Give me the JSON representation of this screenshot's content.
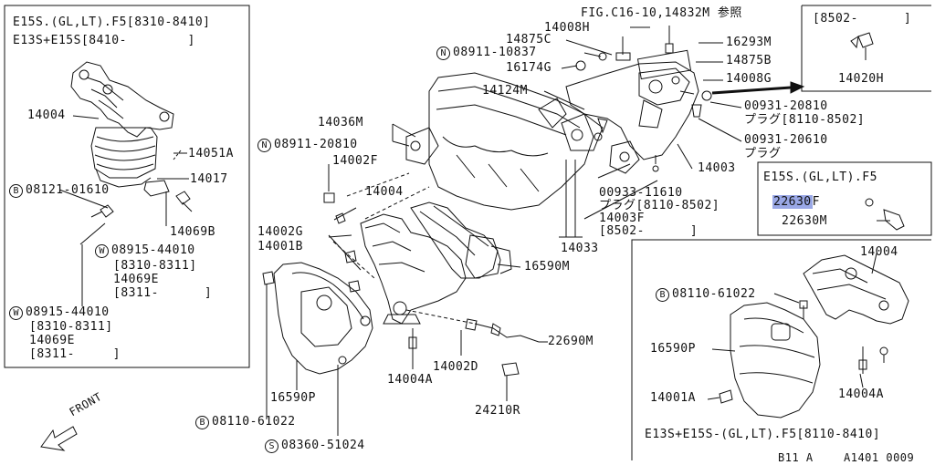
{
  "left_panel": {
    "header_line1": "E15S.(GL,LT).F5[8310-8410]",
    "header_line2": "E13S+E15S[8410-        ]",
    "p14004": "14004",
    "p14051A": "14051A",
    "p14017": "14017",
    "bolt_prefix": "B",
    "bolt_08121": "08121-01610",
    "p14069B": "14069B",
    "washer_prefix": "W",
    "washer1_num": "08915-44010",
    "washer1_range": "[8310-8311]",
    "washer1_part": "14069E",
    "washer1_range2": "[8311-      ]",
    "washer2_num": "08915-44010",
    "washer2_range": "[8310-8311]",
    "washer2_part": "14069E",
    "washer2_range2": "[8311-     ]"
  },
  "center": {
    "fig_ref": "FIG.C16-10,14832M 参照",
    "p14008H": "14008H",
    "p14875C": "14875C",
    "nut_prefix": "N",
    "nut_08911_10837": "08911-10837",
    "p16174G": "16174G",
    "p16293M": "16293M",
    "p14875B": "14875B",
    "p14008G": "14008G",
    "p14124M": "14124M",
    "plug_00931_20810": "00931-20810",
    "plug_label1": "プラグ[8110-8502]",
    "p14036M": "14036M",
    "nut_08911_20810": "08911-20810",
    "plug_00931_20610": "00931-20610",
    "plug_label2": "プラグ",
    "p14002F": "14002F",
    "p14003": "14003",
    "p14004": "14004",
    "plug_00933_11610": "00933-11610",
    "plug_label3": "プラグ[8110-8502]",
    "p14003F": "14003F",
    "p14003F_range": "[8502-      ]",
    "p14002G": "14002G",
    "p14001B": "14001B",
    "p14033": "14033",
    "p16590M": "16590M",
    "p22690M": "22690M",
    "p14002D": "14002D",
    "p14004A": "14004A",
    "p24210R": "24210R",
    "p16590P": "16590P",
    "bolt_08110_61022": "08110-61022",
    "screw_prefix": "S",
    "screw_08360_51024": "08360-51024",
    "front_label": "FRONT"
  },
  "inset_top": {
    "range": "[8502-      ]",
    "part": "14020H"
  },
  "inset_mid": {
    "title": "E15S.(GL,LT).F5",
    "p22630F_hl": "22630",
    "p22630F_tail": "F",
    "p22630M": "22630M"
  },
  "inset_bottom": {
    "p14004": "14004",
    "bolt_08110_61022": "08110-61022",
    "p16590P": "16590P",
    "p14001A": "14001A",
    "p14004A": "14004A",
    "footer": "E13S+E15S-(GL,LT).F5[8110-8410]",
    "code_b11a": "B11 A",
    "code_a1401": "A1401 0009"
  }
}
